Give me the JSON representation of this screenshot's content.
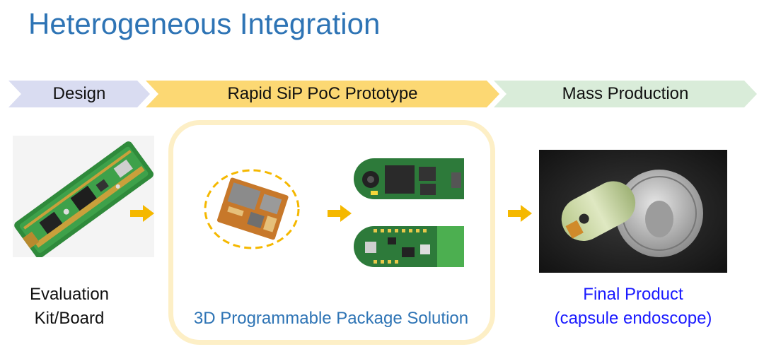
{
  "title": "Heterogeneous Integration",
  "stages": [
    {
      "label": "Design",
      "color": "#d9dcf1"
    },
    {
      "label": "Rapid SiP PoC Prototype",
      "color": "#fcd873"
    },
    {
      "label": "Mass Production",
      "color": "#d9ecd9"
    }
  ],
  "captions": {
    "evaluation": [
      "Evaluation",
      "Kit/Board"
    ],
    "solution": "3D Programmable Package Solution",
    "final": [
      "Final Product",
      "(capsule endoscope)"
    ]
  },
  "colors": {
    "title": "#2e74b5",
    "arrow": "#f5b800",
    "panel_border": "#fdefc6",
    "final_caption": "#1a1aff",
    "solution_caption": "#2e74b5"
  }
}
